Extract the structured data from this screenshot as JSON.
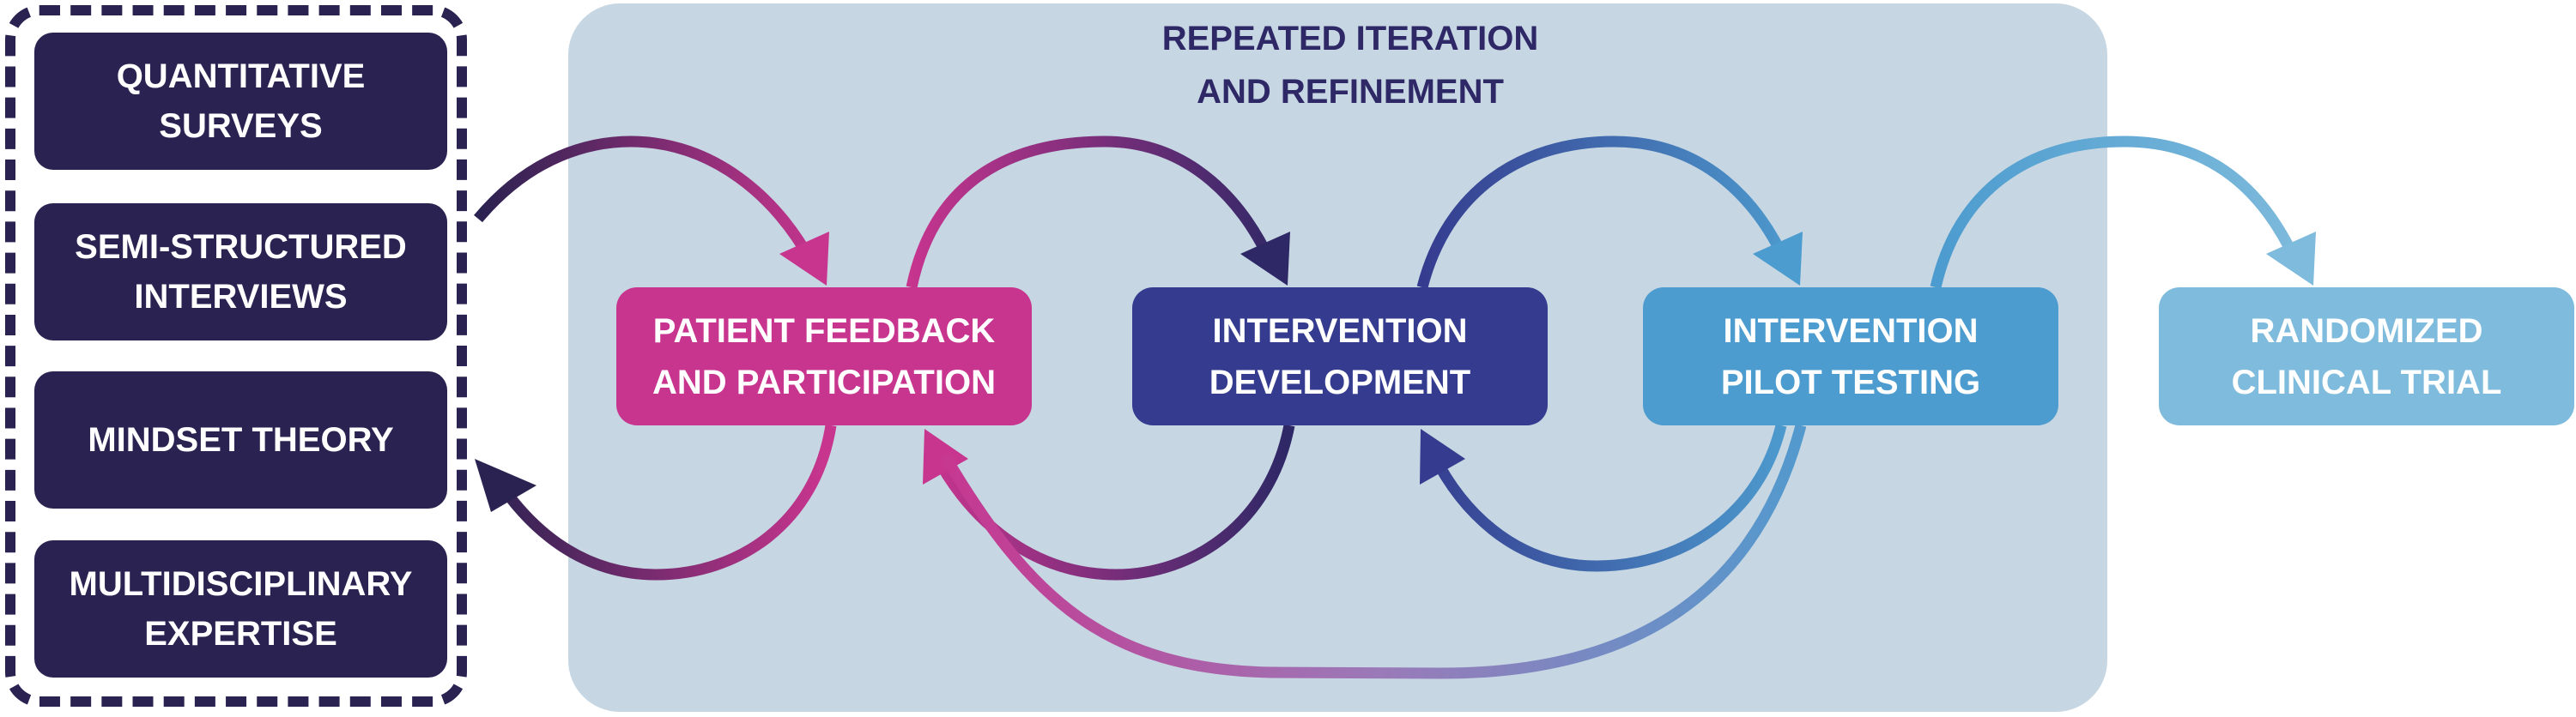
{
  "methods": {
    "items": [
      {
        "label": "QUANTITATIVE\nSURVEYS"
      },
      {
        "label": "SEMI-STRUCTURED\nINTERVIEWS"
      },
      {
        "label": "MINDSET THEORY"
      },
      {
        "label": "MULTIDISCIPLINARY\nEXPERTISE"
      }
    ]
  },
  "panel": {
    "title": "REPEATED ITERATION\nAND REFINEMENT"
  },
  "stages": [
    {
      "label": "PATIENT FEEDBACK\nAND PARTICIPATION",
      "color": "#c8358f"
    },
    {
      "label": "INTERVENTION\nDEVELOPMENT",
      "color": "#353c8f"
    },
    {
      "label": "INTERVENTION\nPILOT TESTING",
      "color": "#4d9ccf"
    },
    {
      "label": "RANDOMIZED\nCLINICAL TRIAL",
      "color": "#7fbbdc"
    }
  ],
  "colors": {
    "methods_fill": "#2a2250",
    "panel_fill": "#c6d7e3",
    "title_text": "#2e2866",
    "dark_purple": "#2a2250",
    "magenta": "#c8358f",
    "indigo": "#353c8f",
    "blue": "#4d9ccf",
    "light_blue": "#7fbbdc"
  }
}
